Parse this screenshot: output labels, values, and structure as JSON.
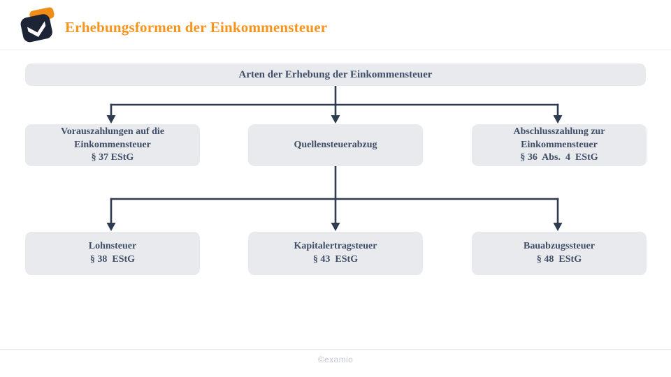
{
  "header": {
    "title": "Erhebungsformen der Einkommensteuer",
    "logo_icon": "examio-open-box-logo"
  },
  "diagram": {
    "root": {
      "id": "arten",
      "label": "Arten der Erhebung der Einkommensteuer"
    },
    "level1": [
      {
        "id": "vorauszahlungen",
        "label": "Vorauszahlungen auf die\nEinkommensteuer\n§ 37 EStG"
      },
      {
        "id": "quellensteuerabzug",
        "label": "Quellensteuerabzug"
      },
      {
        "id": "abschlusszahlung",
        "label": "Abschlusszahlung zur\nEinkommensteuer\n§ 36  Abs.  4  EStG"
      }
    ],
    "level2": [
      {
        "id": "lohnsteuer",
        "label": "Lohnsteuer\n§ 38  EStG"
      },
      {
        "id": "kapitalertragsteuer",
        "label": "Kapitalertragsteuer\n§ 43  EStG"
      },
      {
        "id": "bauabzugssteuer",
        "label": "Bauabzugssteuer\n§ 48  EStG"
      }
    ],
    "edges": [
      {
        "from": "arten",
        "to": [
          "vorauszahlungen",
          "quellensteuerabzug",
          "abschlusszahlung"
        ]
      },
      {
        "from": "quellensteuerabzug",
        "to": [
          "lohnsteuer",
          "kapitalertragsteuer",
          "bauabzugssteuer"
        ]
      }
    ]
  },
  "footer": {
    "copyright": "©examio"
  },
  "colors": {
    "accent_orange": "#F6941D",
    "logo_navy": "#1C2436",
    "node_fill": "#E9EAEE",
    "node_text": "#3F4E66",
    "connector": "#2F3B4F",
    "footer_text": "#C2C8D2",
    "divider": "#EDEDF0"
  }
}
